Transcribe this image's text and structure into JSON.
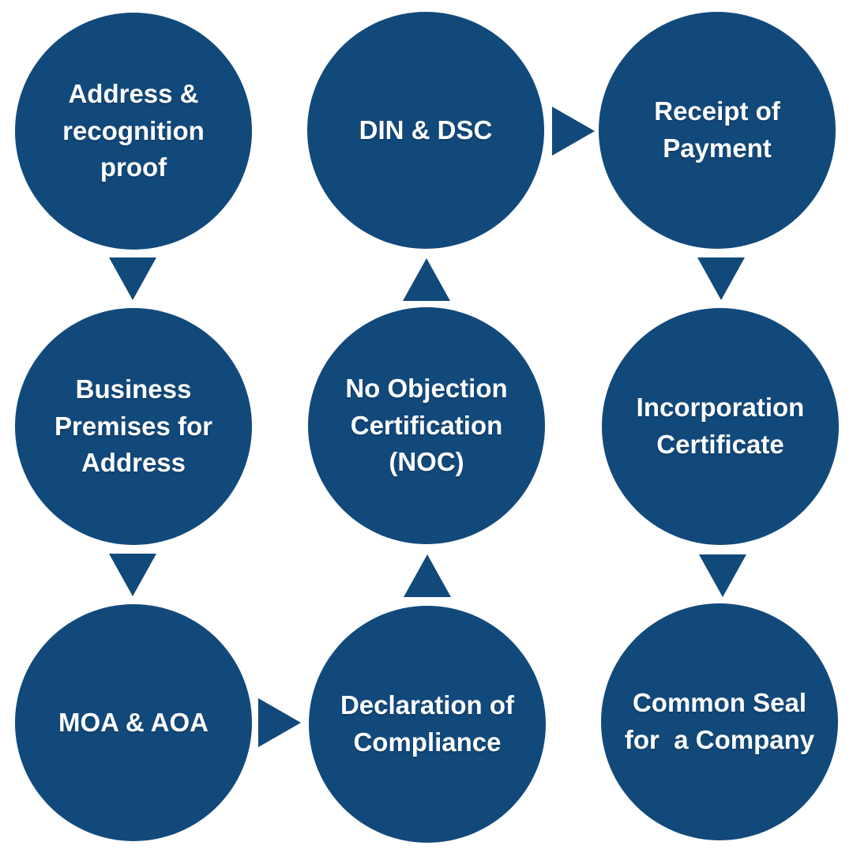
{
  "diagram": {
    "type": "flowchart",
    "shape": "circle",
    "colors": {
      "node_fill": "#12497B",
      "node_text": "#FFFFFF",
      "background": "#FFFFFF",
      "arrow": "#12497B"
    },
    "nodes": [
      {
        "id": "address-proof",
        "label": "Address &\nrecognition\nproof",
        "grid": {
          "row": 0,
          "col": 0
        }
      },
      {
        "id": "din-dsc",
        "label": "DIN & DSC",
        "grid": {
          "row": 0,
          "col": 1
        }
      },
      {
        "id": "receipt-payment",
        "label": "Receipt of\nPayment",
        "grid": {
          "row": 0,
          "col": 2
        }
      },
      {
        "id": "business-premises",
        "label": "Business\nPremises for\nAddress",
        "grid": {
          "row": 1,
          "col": 0
        }
      },
      {
        "id": "noc",
        "label": "No Objection\nCertification\n(NOC)",
        "grid": {
          "row": 1,
          "col": 1
        }
      },
      {
        "id": "incorporation-cert",
        "label": "Incorporation\nCertificate",
        "grid": {
          "row": 1,
          "col": 2
        }
      },
      {
        "id": "moa-aoa",
        "label": "MOA & AOA",
        "grid": {
          "row": 2,
          "col": 0
        }
      },
      {
        "id": "declaration",
        "label": "Declaration of\nCompliance",
        "grid": {
          "row": 2,
          "col": 1
        }
      },
      {
        "id": "common-seal",
        "label": "Common Seal\nfor  a Company",
        "grid": {
          "row": 2,
          "col": 2
        }
      }
    ],
    "connections": [
      {
        "from": "address-proof",
        "to": "business-premises",
        "direction": "down"
      },
      {
        "from": "business-premises",
        "to": "moa-aoa",
        "direction": "down"
      },
      {
        "from": "moa-aoa",
        "to": "declaration",
        "direction": "right"
      },
      {
        "from": "declaration",
        "to": "noc",
        "direction": "up"
      },
      {
        "from": "noc",
        "to": "din-dsc",
        "direction": "up"
      },
      {
        "from": "din-dsc",
        "to": "receipt-payment",
        "direction": "right"
      },
      {
        "from": "receipt-payment",
        "to": "incorporation-cert",
        "direction": "down"
      },
      {
        "from": "incorporation-cert",
        "to": "common-seal",
        "direction": "down"
      }
    ]
  }
}
